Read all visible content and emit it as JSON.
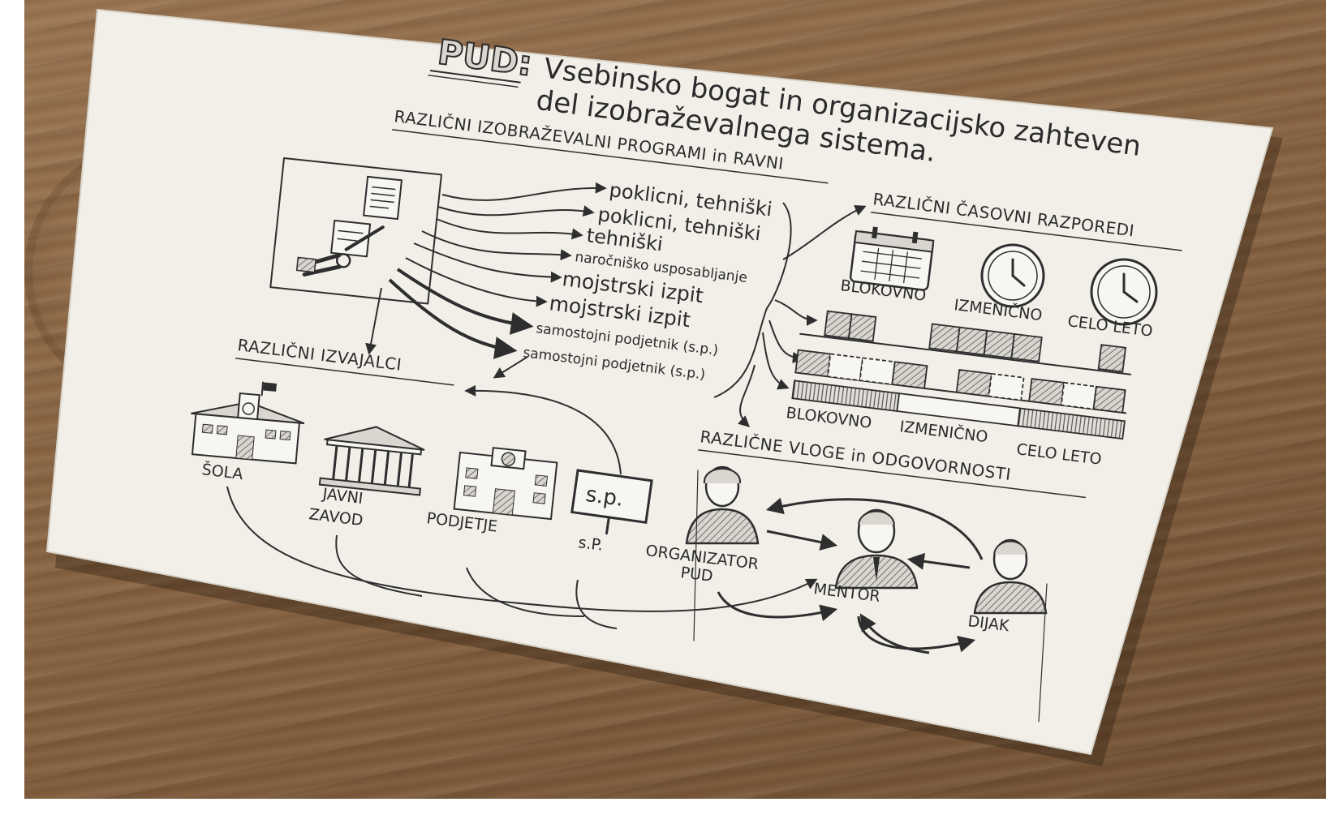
{
  "title": {
    "prefix": "PUD:",
    "line1": "Vsebinsko bogat in organizacijsko zahteven",
    "line2": "del izobraževalnega sistema."
  },
  "programs": {
    "heading": "RAZLIČNI IZOBRAŽEVALNI PROGRAMI in RAVNI",
    "items": [
      "poklicni, tehniški",
      "poklicni, tehniški",
      "tehniški",
      "naročniško usposabljanje",
      "mojstrski izpit",
      "mojstrski izpit",
      "samostojni podjetnik (s.p.)",
      "samostojni podjetnik (s.p.)"
    ]
  },
  "schedules": {
    "heading": "RAZLIČNI ČASOVNI RAZPOREDI",
    "icon_labels": [
      "BLOKOVNO",
      "IZMENIČNO",
      "CELO LETO"
    ],
    "timeline_labels": [
      "BLOKOVNO",
      "IZMENIČNO",
      "CELO LETO"
    ]
  },
  "providers": {
    "heading": "RAZLIČNI IZVAJALCI",
    "items": [
      {
        "label": "ŠOLA",
        "icon": "school-icon"
      },
      {
        "label_line1": "JAVNI",
        "label_line2": "ZAVOD",
        "icon": "public-institution-icon"
      },
      {
        "label": "PODJETJE",
        "icon": "company-icon"
      },
      {
        "label": "s.P.",
        "sign": "s.p.",
        "icon": "sole-proprietor-sign-icon"
      }
    ]
  },
  "roles": {
    "heading": "RAZLIČNE VLOGE in ODGOVORNOSTI",
    "organizer_line1": "ORGANIZATOR",
    "organizer_line2": "PUD",
    "mentor": "MENTOR",
    "student": "DIJAK"
  },
  "colors": {
    "ink": "#2e2e2e",
    "paper": "#f1efe8",
    "wood": "#8a6644"
  }
}
